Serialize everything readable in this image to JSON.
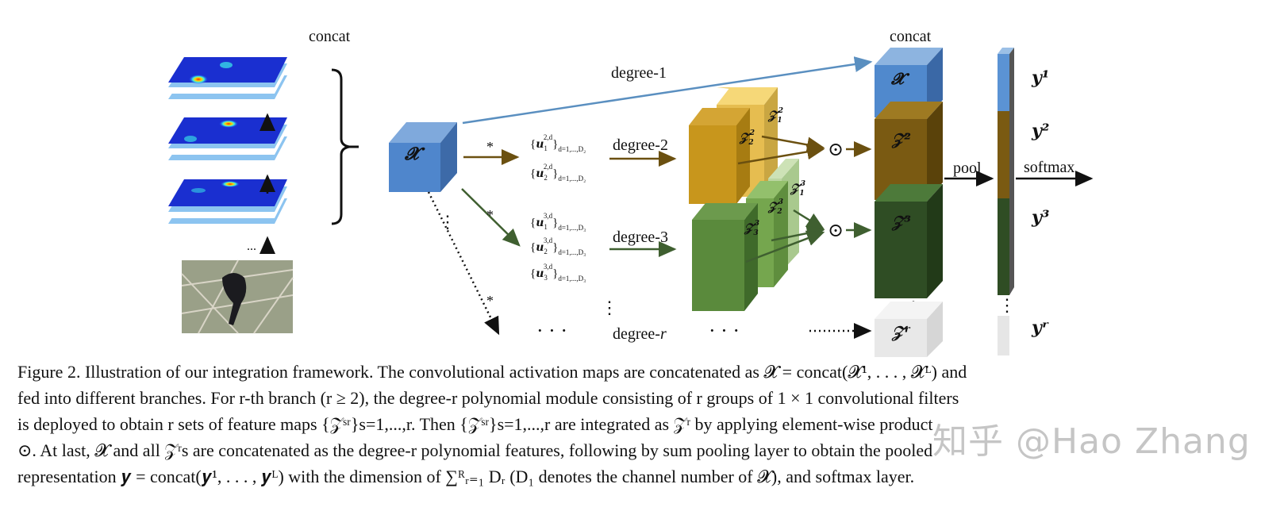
{
  "figure": {
    "concat_left": "concat",
    "concat_right": "concat",
    "x_symbol": "𝓧",
    "star": "*",
    "vdots": "⋮",
    "hdots": "· · ·",
    "ellipsis_small": "...",
    "odot": "⊙",
    "degree_1": "degree-1",
    "degree_2": "degree-2",
    "degree_3": "degree-3",
    "degree_r_prefix": "degree-",
    "degree_r_var": "r",
    "pool": "pool",
    "softmax": "softmax",
    "u_d2": [
      "u",
      "u"
    ],
    "u_d2_idx": [
      "1",
      "2"
    ],
    "u_d2_sup": "2,d",
    "u_d2_range": "d=1,...,D₂",
    "u_d3_idx": [
      "1",
      "2",
      "3"
    ],
    "u_d3_sup": "3,d",
    "u_d3_range": "d=1,...,D₃",
    "z_d2": [
      "𝒵",
      "𝒵"
    ],
    "z_d2_sub": [
      "2",
      "1"
    ],
    "z_d2_sup": "2",
    "z_d3_sub": [
      "3",
      "2",
      "1"
    ],
    "z_d3_sup": "3",
    "concat_blocks": [
      "𝓧",
      "𝒵²",
      "𝒵³",
      "𝒵ʳ"
    ],
    "outputs": [
      "y¹",
      "y²",
      "y³",
      "yʳ"
    ],
    "colors": {
      "blue": "#4a7fbf",
      "gold": "#b8860b",
      "green": "#4b7a3a",
      "dark_green": "#2f4d24",
      "brown": "#7a5a12",
      "gray": "#e8e8e8",
      "arrow_blue": "#5a8fc0",
      "arrow_brown": "#6b5010",
      "arrow_green": "#3f5f30"
    }
  },
  "caption": {
    "lines": [
      "Figure 2. Illustration of our integration framework. The convolutional activation maps are concatenated as 𝓧 = concat(𝓧¹, . . . , 𝓧ᴸ) and",
      "fed into different branches. For r-th branch (r ≥ 2), the degree-r polynomial module consisting of r groups of 1 × 1 convolutional filters",
      "is deployed to obtain r sets of feature maps {𝒵ˢʳ}s=1,...,r. Then {𝒵ˢʳ}s=1,...,r are integrated as 𝒵ʳ by applying element-wise product",
      "⊙. At last, 𝓧 and all 𝒵ʳs are concatenated as the degree-r polynomial features, following by sum pooling layer to obtain the pooled",
      "representation 𝒚 = concat(𝒚¹, . . . , 𝒚ᴸ) with the dimension of ∑ᴿᵣ₌₁ Dᵣ (D₁ denotes the channel number of 𝓧), and softmax layer."
    ]
  },
  "watermark": "知乎 @Hao Zhang"
}
